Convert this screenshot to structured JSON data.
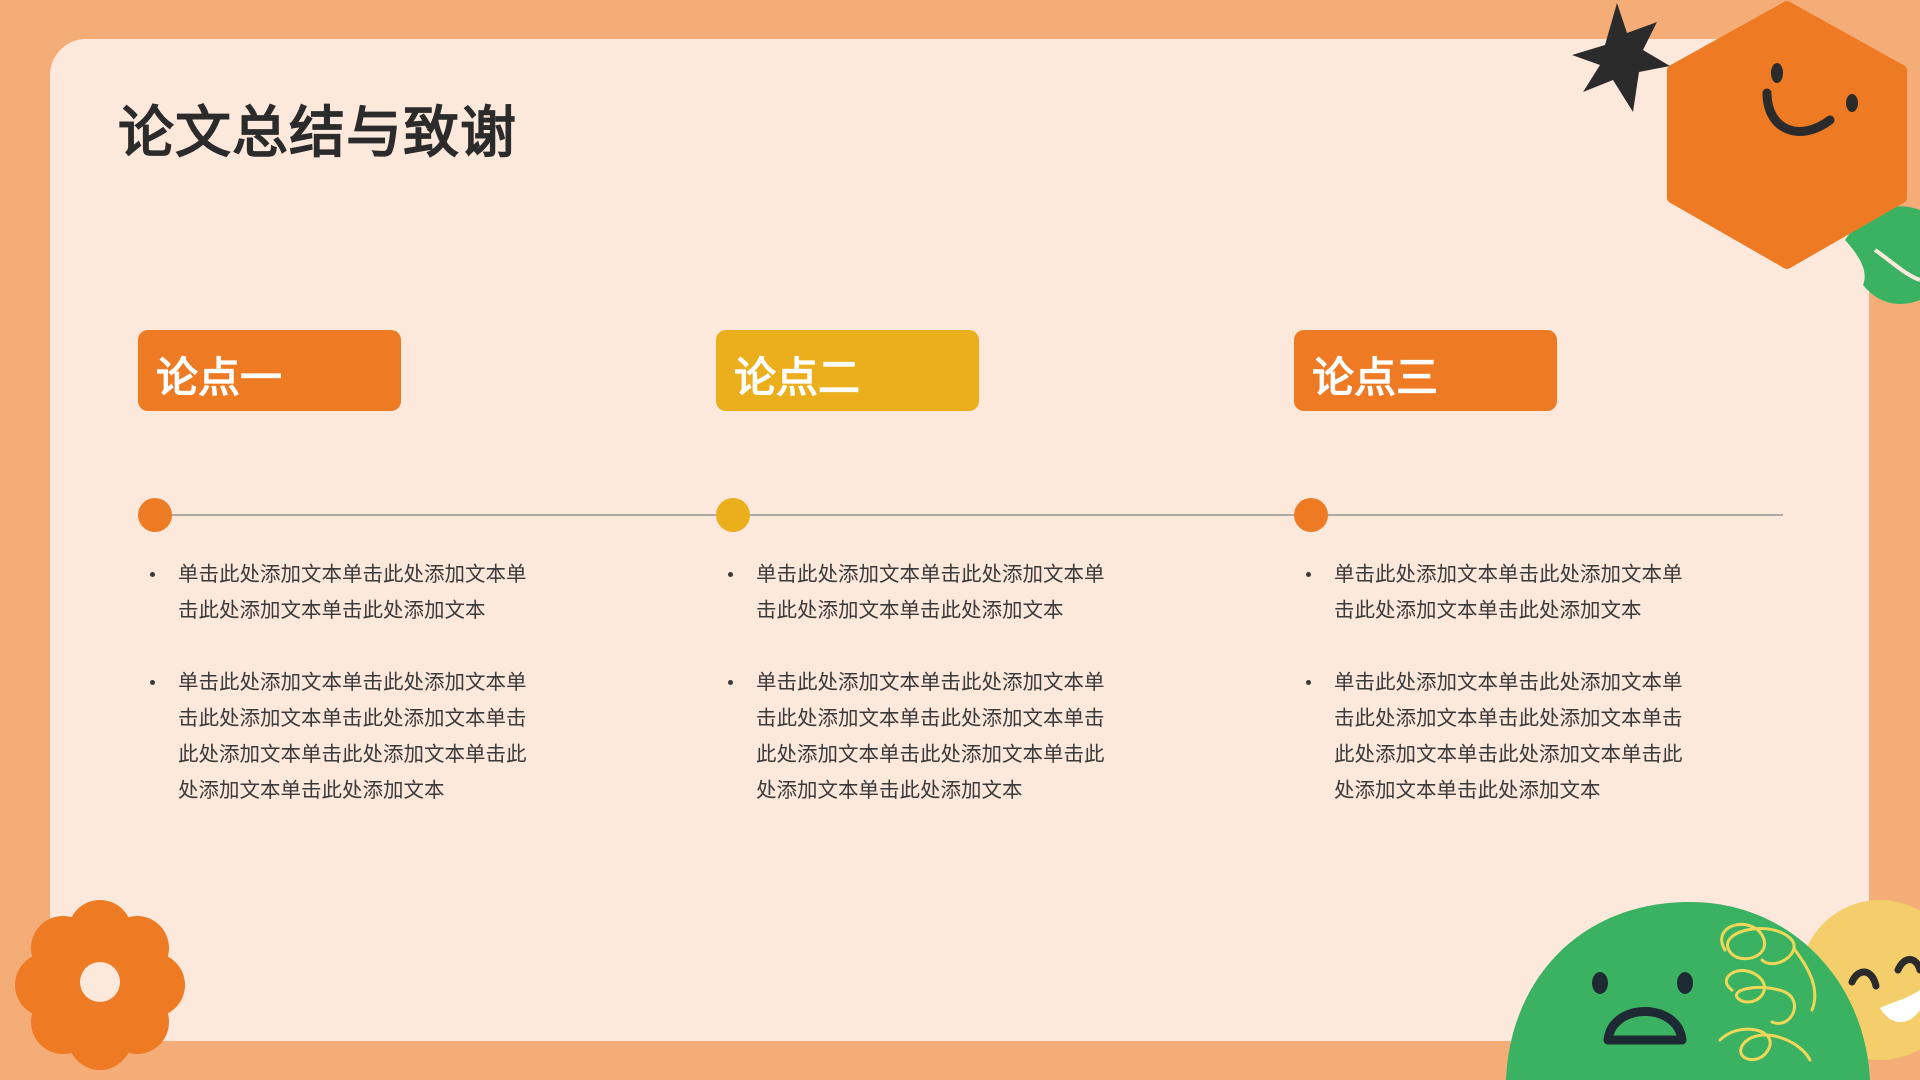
{
  "slide": {
    "title": "论文总结与致谢"
  },
  "points": [
    {
      "label": "论点一",
      "color": "#EE7A24",
      "bullets": [
        "单击此处添加文本单击此处添加文本单击此处添加文本单击此处添加文本",
        "单击此处添加文本单击此处添加文本单击此处添加文本单击此处添加文本单击此处添加文本单击此处添加文本单击此处添加文本单击此处添加文本"
      ]
    },
    {
      "label": "论点二",
      "color": "#EBAE1C",
      "bullets": [
        "单击此处添加文本单击此处添加文本单击此处添加文本单击此处添加文本",
        "单击此处添加文本单击此处添加文本单击此处添加文本单击此处添加文本单击此处添加文本单击此处添加文本单击此处添加文本单击此处添加文本"
      ]
    },
    {
      "label": "论点三",
      "color": "#EE7A24",
      "bullets": [
        "单击此处添加文本单击此处添加文本单击此处添加文本单击此处添加文本",
        "单击此处添加文本单击此处添加文本单击此处添加文本单击此处添加文本单击此处添加文本单击此处添加文本单击此处添加文本单击此处添加文本"
      ]
    }
  ],
  "colors": {
    "frame": "#F5AD78",
    "card": "#FDE8DC",
    "orange": "#EE7A24",
    "yellow": "#EBAE1C",
    "green": "#3AB262",
    "dark": "#2B2B2B",
    "timeline": "#AFA8A3"
  },
  "decorations": [
    "star-icon",
    "smiley-hexagon-icon",
    "leaf-icon",
    "flower-icon",
    "sad-face-icon",
    "squiggle-icon",
    "laughing-face-icon"
  ]
}
